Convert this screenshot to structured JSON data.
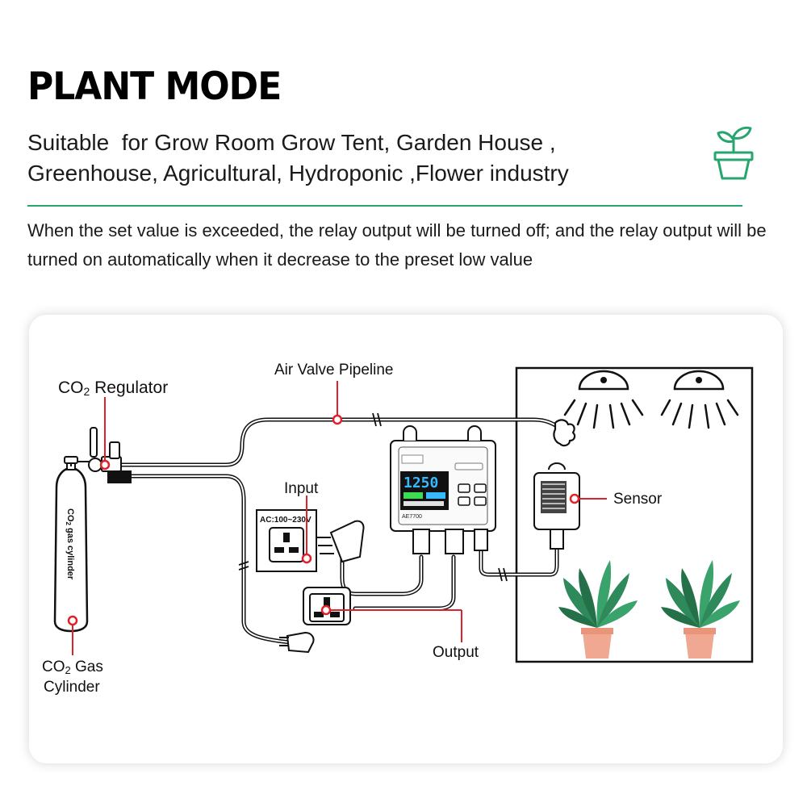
{
  "header": {
    "title": "PLANT MODE",
    "suitable_line1": "Suitable  for Grow Room Grow Tent, Garden House ,",
    "suitable_line2": "Greenhouse, Agricultural, Hydroponic ,Flower industry",
    "description": "When the set value is exceeded, the relay output will be turned off; and the relay output will be turned on automatically when it decrease to the preset low value"
  },
  "diagram": {
    "labels": {
      "co2_regulator_prefix": "CO",
      "co2_regulator_sub": "2",
      "co2_regulator_suffix": " Regulator",
      "air_valve_pipeline": "Air Valve Pipeline",
      "input": "Input",
      "sensor": "Sensor",
      "output": "Output",
      "co2_gas_prefix": "CO",
      "co2_gas_sub": "2",
      "co2_gas_suffix": " Gas",
      "cylinder": "Cylinder"
    },
    "cylinder_text_prefix": "CO",
    "cylinder_text_sub": "2",
    "cylinder_text_suffix": " gas cylinder",
    "socket_text": "AC:100~230V",
    "controller_model": "AE7700",
    "controller_display": "1250"
  },
  "colors": {
    "accent_green": "#26a66e",
    "marker_red": "#e0202a",
    "screen_dark": "#111111",
    "screen_blue": "#38b8ff",
    "screen_green": "#3ddc56",
    "leaf_green": "#2e8a5a",
    "pot": "#f0a892"
  },
  "icons": [
    "plant-pot-icon",
    "grow-light-icon",
    "mist-hand-icon"
  ]
}
